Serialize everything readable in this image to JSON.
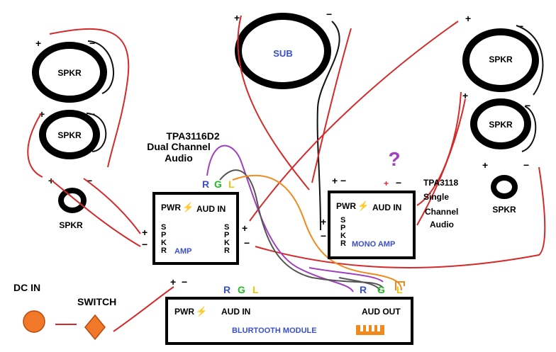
{
  "colors": {
    "wire_red": "#d42a2a",
    "wire_black": "#111111",
    "wire_purple": "#a040c0",
    "wire_orange": "#f08a1e",
    "wire_gray": "#555555",
    "label_blue": "#3a4fc8",
    "label_green": "#22bb22",
    "label_yellow": "#e8c800",
    "dc_in_fill": "#f07828",
    "question_mark": "#a040c0"
  },
  "speakers": {
    "label": "SPKR",
    "sub_label": "SUB",
    "plus": "+",
    "minus": "−"
  },
  "amp_dual": {
    "title_line1": "TPA3116D2",
    "title_line2": "Dual Channel",
    "title_line3": "Audio",
    "pwr": "PWR",
    "aud_in": "AUD IN",
    "spkr_letters": [
      "S",
      "P",
      "K",
      "R"
    ],
    "name": "AMP",
    "in_r": "R",
    "in_g": "G",
    "in_l": "L"
  },
  "amp_mono": {
    "title_line1": "TPA3118",
    "title_line2": "Single",
    "title_line3": "Channel",
    "title_line4": "Audio",
    "pwr": "PWR",
    "aud_in": "AUD IN",
    "spkr_letters": [
      "S",
      "P",
      "K",
      "R"
    ],
    "name": "MONO AMP",
    "question": "?"
  },
  "bt_module": {
    "pwr": "PWR",
    "aud_in": "AUD IN",
    "aud_out": "AUD OUT",
    "name": "BLURTOOTH MODULE",
    "r": "R",
    "g": "G",
    "l": "L"
  },
  "power": {
    "dc_in": "DC IN",
    "switch": "SWITCH",
    "plus": "+",
    "minus": "−"
  }
}
